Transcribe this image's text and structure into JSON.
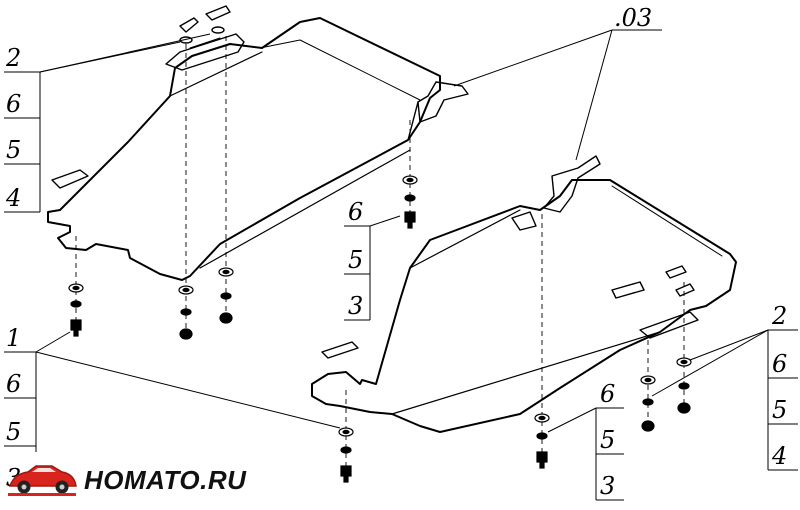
{
  "diagram": {
    "callouts_left_top": [
      "2",
      "6",
      "5",
      "4"
    ],
    "callouts_mid": [
      "6",
      "5",
      "3"
    ],
    "callouts_left_bottom": [
      "1",
      "6",
      "5",
      "3"
    ],
    "callout_top_right": ".03",
    "callouts_bottom_mid": [
      "6",
      "5",
      "3"
    ],
    "callouts_right": [
      "2",
      "6",
      "5",
      "4"
    ]
  },
  "logo": {
    "text": "HOMATO.RU",
    "brand_red": "#d8241d",
    "icon": "car-logo-icon"
  }
}
